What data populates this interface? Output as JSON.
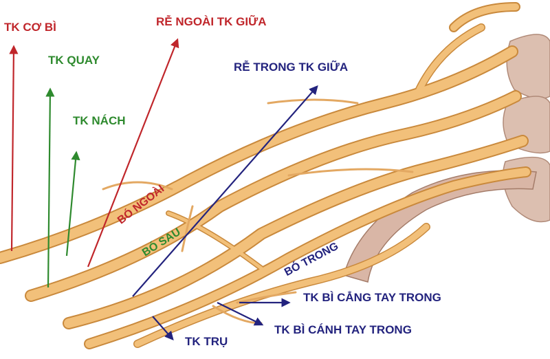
{
  "colors": {
    "red": "#c0262b",
    "green": "#2e8a2e",
    "blue": "#23237e",
    "nerve": "#f2c07a",
    "nerve_edge": "#c9893c",
    "bone": "#d9b6a6"
  },
  "labels": {
    "musculocutaneous": "TK CƠ BÌ",
    "radial": "TK QUAY",
    "axillary": "TK NÁCH",
    "lateral_root_median": "RỄ NGOÀI TK GIỮA",
    "medial_root_median": "RỄ TRONG TK GIỮA",
    "lateral_cord": "BÓ NGOÀI",
    "posterior_cord": "BÓ SAU",
    "medial_cord": "BÓ TRONG",
    "medial_antebrachial_cutaneous": "TK BÌ CẲNG TAY TRONG",
    "medial_brachial_cutaneous": "TK BÌ CÁNH TAY TRONG",
    "ulnar": "TK TRỤ"
  }
}
